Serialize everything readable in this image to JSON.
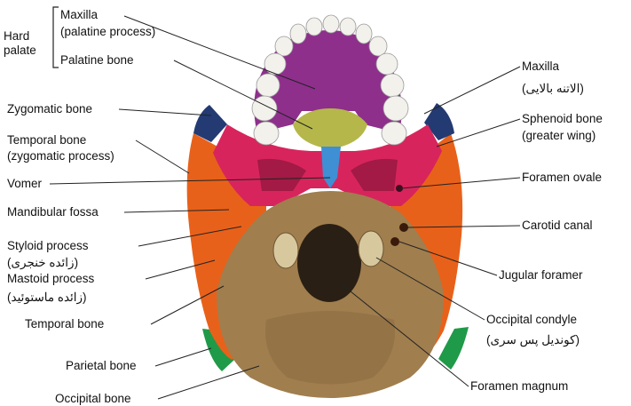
{
  "group": {
    "hard_palate_line1": "Hard",
    "hard_palate_line2": "palate"
  },
  "left": {
    "maxilla_palatine_1": "Maxilla",
    "maxilla_palatine_2": "(palatine process)",
    "palatine_bone": "Palatine bone",
    "zygomatic_bone": "Zygomatic bone",
    "temporal_zyg_1": "Temporal bone",
    "temporal_zyg_2": "(zygomatic process)",
    "vomer": "Vomer",
    "mandibular_fossa": "Mandibular fossa",
    "styloid_1": "Styloid process",
    "styloid_fa": "(زائده خنجری)",
    "mastoid_1": "Mastoid process",
    "mastoid_fa": "(زائده ماستوئید)",
    "temporal_bone": "Temporal bone",
    "parietal_bone": "Parietal bone",
    "occipital_bone": "Occipital bone"
  },
  "right": {
    "maxilla": "Maxilla",
    "maxilla_fa": "(الاتنه بالایی)",
    "sphenoid_1": "Sphenoid bone",
    "sphenoid_2": "(greater wing)",
    "foramen_ovale": "Foramen ovale",
    "carotid_canal": "Carotid canal",
    "jugular_foramen": "Jugular foramer",
    "occipital_condyle": "Occipital condyle",
    "occipital_condyle_fa": "(کوندیل پس سری)",
    "foramen_magnum": "Foramen magnum"
  },
  "colors": {
    "maxilla_purple": "#8e2f8c",
    "palatine_olive": "#b5b74a",
    "vomer_blue": "#3f8fd4",
    "sphenoid_magenta": "#d8245c",
    "temporal_orange": "#e8611a",
    "occipital_tan": "#a07e4e",
    "parietal_green": "#1f9a48",
    "zygomatic_navy": "#233a72",
    "teeth": "#f3f1ec"
  }
}
